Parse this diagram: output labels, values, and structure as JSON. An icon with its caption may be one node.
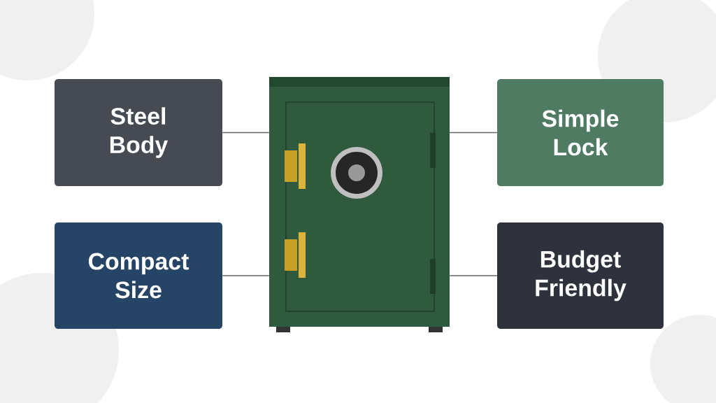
{
  "diagram": {
    "nodes": [
      {
        "text": [
          "Steel Body"
        ]
      },
      {
        "text": [],
        "shape": "picture"
      },
      {
        "text": [
          "Simple Lock"
        ]
      },
      {
        "text": [
          "Compact Size"
        ]
      },
      {
        "text": [
          "Budget Friendly"
        ]
      }
    ],
    "edges": [
      {
        "from": 0,
        "to": 1,
        "arrow": "none"
      },
      {
        "from": 2,
        "to": 1,
        "arrow": "none"
      },
      {
        "from": 3,
        "to": 1,
        "arrow": "none"
      },
      {
        "from": 4,
        "to": 1,
        "arrow": "none"
      }
    ]
  }
}
